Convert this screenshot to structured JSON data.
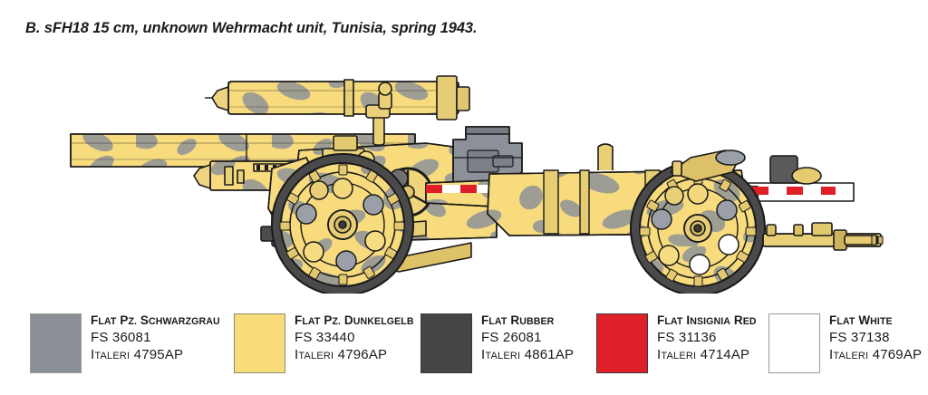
{
  "caption": {
    "text": "B. sFH18 15 cm, unknown Wehrmacht unit, Tunisia, spring 1943."
  },
  "illustration": {
    "subject": "sFH 18 15 cm heavy field howitzer, side profile, left-facing",
    "camouflage": "Dunkelgelb base with Schwarzgrau mottle",
    "background_color": "#ffffff",
    "base_color": "#f7db7d",
    "mottle_color": "#8a8f98",
    "outline_color": "#1a1a1a",
    "tire_color": "#4a4a4a",
    "shield_color": "#8b9099",
    "stripe_red": "#e02028",
    "stripe_white": "#ffffff"
  },
  "legend": {
    "entries": [
      {
        "swatch_color": "#8b8f96",
        "border_style": "gray-border",
        "name_small": "F",
        "name_rest": "LAT ",
        "name_parts": [
          "F",
          "LAT ",
          "P",
          "Z",
          ". ",
          "S",
          "CHWARZGRAU"
        ],
        "name": "Flat Pz. Schwarzgrau",
        "fs": "FS 36081",
        "brand": "Italeri 4795AP",
        "brand_prefix": "I",
        "brand_small": "TALERI",
        "brand_number": " 4795AP"
      },
      {
        "swatch_color": "#f8dc7a",
        "border_style": "",
        "name": "Flat Pz. Dunkelgelb",
        "fs": "FS 33440",
        "brand": "Italeri 4796AP",
        "brand_prefix": "I",
        "brand_small": "TALERI",
        "brand_number": " 4796AP"
      },
      {
        "swatch_color": "#454545",
        "border_style": "dark-border",
        "name": "Flat Rubber",
        "fs": "FS 26081",
        "brand": "Italeri 4861AP",
        "brand_prefix": "I",
        "brand_small": "TALERI",
        "brand_number": " 4861AP"
      },
      {
        "swatch_color": "#e02028",
        "border_style": "dark-border",
        "name": "Flat Insignia Red",
        "fs": "FS 31136",
        "brand": "Italeri 4714AP",
        "brand_prefix": "I",
        "brand_small": "TALERI",
        "brand_number": " 4714AP"
      },
      {
        "swatch_color": "#ffffff",
        "border_style": "gray-border",
        "name": "Flat White",
        "fs": "FS 37138",
        "brand": "Italeri 4769AP",
        "brand_prefix": "I",
        "brand_small": "TALERI",
        "brand_number": " 4769AP"
      }
    ]
  }
}
